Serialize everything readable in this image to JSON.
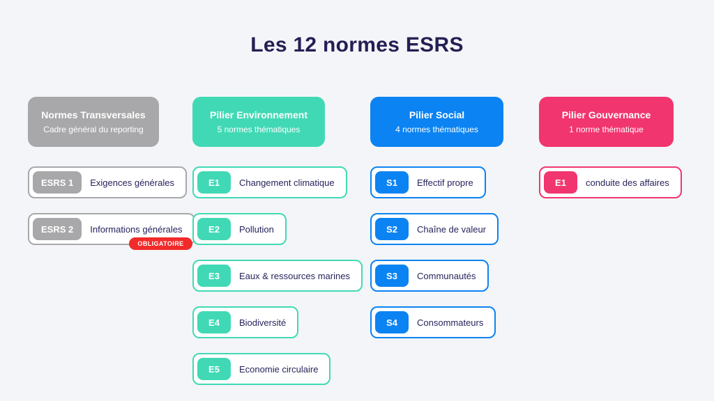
{
  "page": {
    "title": "Les 12 normes ESRS"
  },
  "colors": {
    "background": "#f4f5f8",
    "title_text": "#231f54",
    "label_text": "#26235c",
    "gray": "#a8a8aa",
    "teal": "#41d9b5",
    "blue": "#0b83f2",
    "pink": "#f1356f",
    "mandatory_red": "#f22a2a"
  },
  "columns": [
    {
      "header": {
        "title": "Normes Transversales",
        "subtitle": "Cadre général du reporting"
      },
      "items": [
        {
          "code": "ESRS 1",
          "label": "Exigences générales"
        },
        {
          "code": "ESRS 2",
          "label": "Informations générales",
          "badge": "OBLIGATOIRE"
        }
      ]
    },
    {
      "header": {
        "title": "Pilier Environnement",
        "subtitle": "5 normes thématiques"
      },
      "items": [
        {
          "code": "E1",
          "label": "Changement climatique"
        },
        {
          "code": "E2",
          "label": "Pollution"
        },
        {
          "code": "E3",
          "label": "Eaux & ressources marines"
        },
        {
          "code": "E4",
          "label": "Biodiversité"
        },
        {
          "code": "E5",
          "label": "Economie circulaire"
        }
      ]
    },
    {
      "header": {
        "title": "Pilier Social",
        "subtitle": "4 normes thématiques"
      },
      "items": [
        {
          "code": "S1",
          "label": "Effectif propre"
        },
        {
          "code": "S2",
          "label": "Chaîne de valeur"
        },
        {
          "code": "S3",
          "label": "Communautés"
        },
        {
          "code": "S4",
          "label": "Consommateurs"
        }
      ]
    },
    {
      "header": {
        "title": "Pilier Gouvernance",
        "subtitle": "1 norme thématique"
      },
      "items": [
        {
          "code": "E1",
          "label": "conduite des affaires"
        }
      ]
    }
  ]
}
